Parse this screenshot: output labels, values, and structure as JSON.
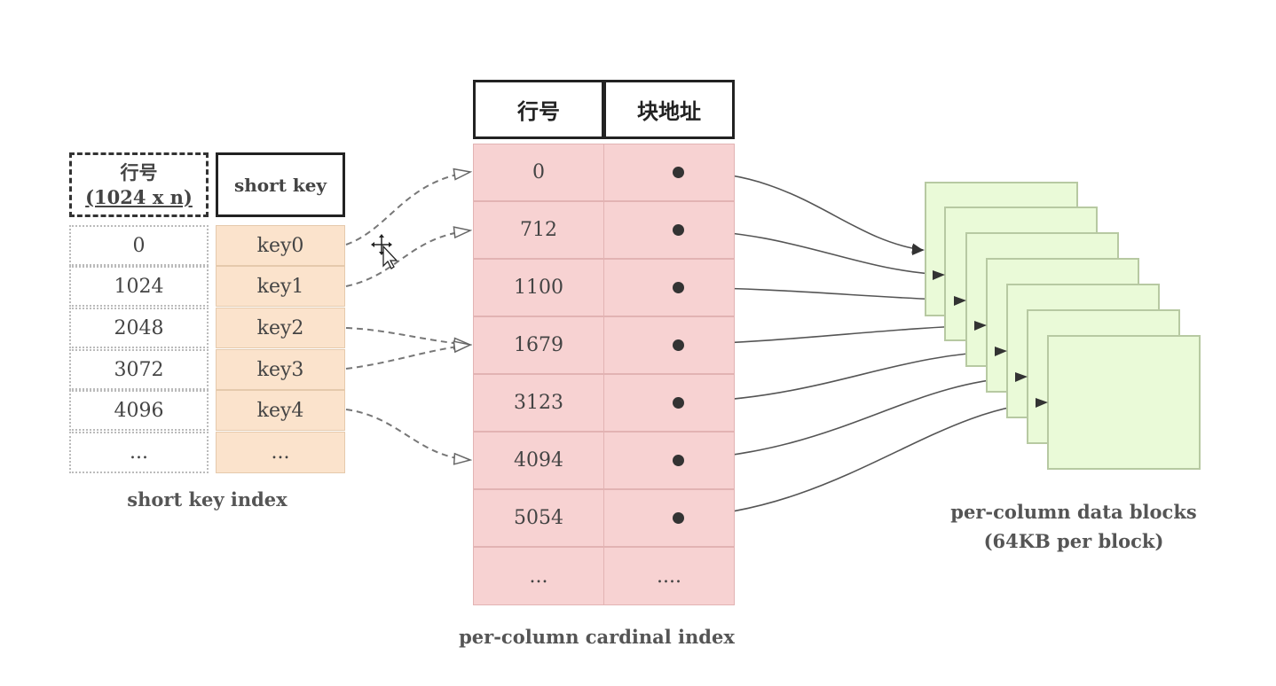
{
  "short_key_index": {
    "header_title": "行号",
    "header_subtitle": "(1024 x n)",
    "key_header": "short key",
    "rows": [
      "0",
      "1024",
      "2048",
      "3072",
      "4096",
      "..."
    ],
    "keys": [
      "key0",
      "key1",
      "key2",
      "key3",
      "key4",
      "..."
    ],
    "caption": "short key index"
  },
  "cardinal_index": {
    "header_row": "行号",
    "header_block": "块地址",
    "rows": [
      "0",
      "712",
      "1100",
      "1679",
      "3123",
      "4094",
      "5054",
      "..."
    ],
    "last_block_cell": "....",
    "caption": "per-column cardinal index"
  },
  "data_blocks": {
    "count": 7,
    "caption_line1": "per-column data blocks",
    "caption_line2": "(64KB per block)"
  },
  "colors": {
    "key_fill": "#fbe3cc",
    "cardinal_fill": "#f7d2d2",
    "block_fill": "#eafad8"
  }
}
